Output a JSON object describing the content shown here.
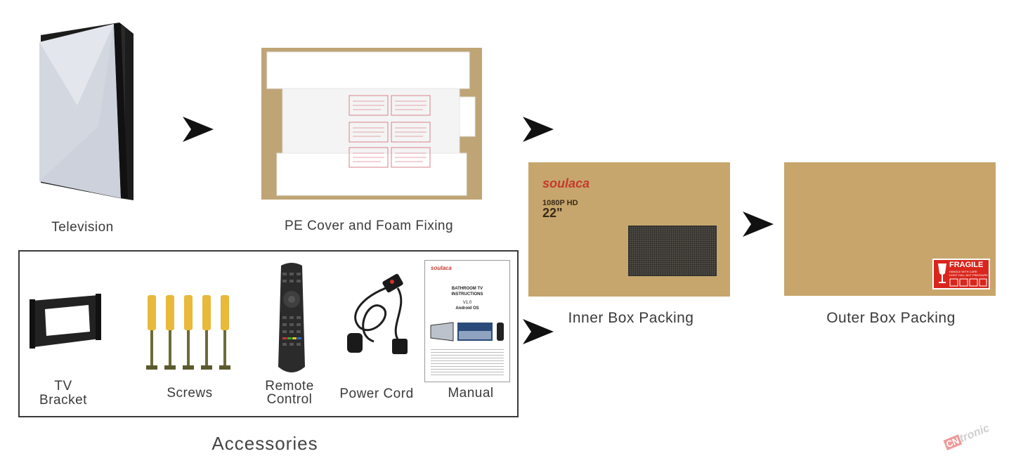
{
  "steps": {
    "television": "Television",
    "pe_cover": "PE Cover and Foam Fixing",
    "inner_box": "Inner Box Packing",
    "outer_box": "Outer Box Packing"
  },
  "accessories": {
    "title": "Accessories",
    "bracket": {
      "line1": "TV",
      "line2": "Bracket"
    },
    "screws": "Screws",
    "remote": {
      "line1": "Remote",
      "line2": "Control"
    },
    "power_cord": "Power Cord",
    "manual": "Manual"
  },
  "manual_doc": {
    "brand": "soulaca",
    "title_line1": "BATHROOM TV",
    "title_line2": "INSTRUCTIONS",
    "version": "V1.0",
    "os": "Android OS"
  },
  "inner_carton": {
    "brand": "soulaca",
    "spec": "1080P HD",
    "size": "22\""
  },
  "outer_carton": {
    "sticker_title": "FRAGILE",
    "sticker_line1": "HANDLE WITH CARE",
    "sticker_line2": "DON'T FALL NOT PRESSURE"
  },
  "watermark": {
    "prefix": "CN",
    "suffix": "tronic"
  },
  "colors": {
    "carton": "#c8a56a",
    "brand_red": "#c43a2e",
    "sticker_red": "#d9261c",
    "arrow": "#111111"
  }
}
